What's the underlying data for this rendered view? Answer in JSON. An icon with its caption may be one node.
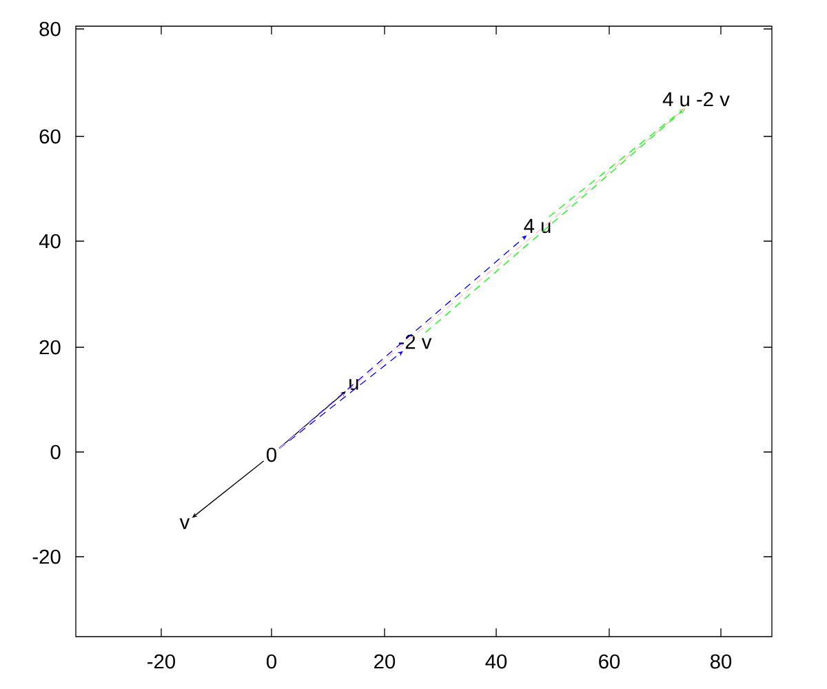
{
  "diagram": {
    "nodes": [
      {
        "text": [
          "0"
        ]
      },
      {
        "text": [
          "u"
        ]
      },
      {
        "text": [
          "v"
        ]
      },
      {
        "text": [
          "4 u"
        ]
      },
      {
        "text": [
          "-2 v"
        ]
      },
      {
        "text": [
          "4 u -2 v"
        ]
      }
    ],
    "edges": [
      {
        "from": 0,
        "to": 1,
        "arrow": "to"
      },
      {
        "from": 0,
        "to": 2,
        "arrow": "to"
      },
      {
        "from": 0,
        "to": 3,
        "arrow": "to",
        "style": "dashed",
        "color": "#0000ff"
      },
      {
        "from": 0,
        "to": 4,
        "arrow": "to",
        "style": "dashed",
        "color": "#0000ff"
      },
      {
        "from": 3,
        "to": 5,
        "arrow": "to",
        "style": "dashed",
        "color": "#00ff00"
      },
      {
        "from": 4,
        "to": 5,
        "arrow": "to",
        "style": "dashed",
        "color": "#00ff00"
      },
      {
        "from": 0,
        "to": 5,
        "arrow": "to",
        "style": "dashed",
        "color": "#ffc0cb"
      }
    ],
    "labels": [
      "80",
      "60",
      "40",
      "20",
      "0",
      "-20",
      "-20",
      "0",
      "20",
      "40",
      "60",
      "80"
    ]
  }
}
